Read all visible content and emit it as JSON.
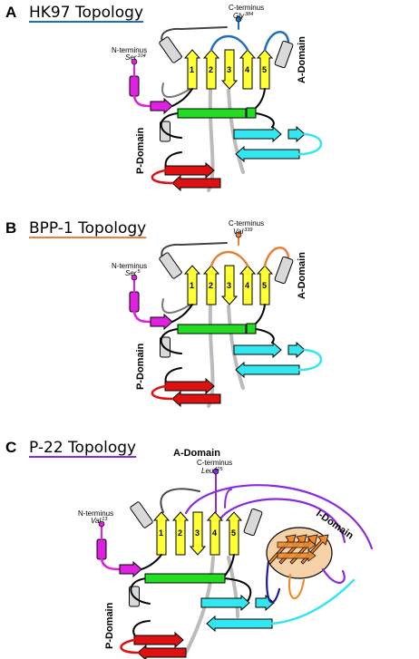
{
  "colors": {
    "hk97_accent": "#1f6fbf",
    "bpp1_accent": "#e8803a",
    "p22_accent": "#8a2be2",
    "strand_yellow": "#ffff33",
    "helix_grey": "#d9d9d9",
    "green": "#22dd22",
    "cyan": "#33e6f0",
    "red": "#dd1111",
    "magenta": "#e020e0",
    "navy": "#1a1a99",
    "orange_sheet": "#f08a2a"
  },
  "panels": [
    {
      "letter": "A",
      "title": "HK97 Topology",
      "n_terminus_label": "N-terminus",
      "n_terminus_residue": "Ser",
      "n_terminus_number": "104",
      "c_terminus_label": "C-terminus",
      "c_terminus_residue": "Gly",
      "c_terminus_number": "384",
      "a_domain": "A-Domain",
      "p_domain": "P-Domain",
      "strands": [
        "1",
        "2",
        "3",
        "4",
        "5"
      ]
    },
    {
      "letter": "B",
      "title": "BPP-1 Topology",
      "n_terminus_label": "N-terminus",
      "n_terminus_residue": "Ser",
      "n_terminus_number": "5",
      "c_terminus_label": "C-terminus",
      "c_terminus_residue": "Val",
      "c_terminus_number": "339",
      "a_domain": "A-Domain",
      "p_domain": "P-Domain",
      "strands": [
        "1",
        "2",
        "3",
        "4",
        "5"
      ]
    },
    {
      "letter": "C",
      "title": "P-22 Topology",
      "n_terminus_label": "N-terminus",
      "n_terminus_residue": "Val",
      "n_terminus_number": "13",
      "c_terminus_label": "C-terminus",
      "c_terminus_residue": "Leu",
      "c_terminus_number": "425",
      "a_domain": "A-Domain",
      "p_domain": "P-Domain",
      "i_domain": "I-Domain",
      "strands": [
        "1",
        "2",
        "3",
        "4",
        "5"
      ]
    }
  ]
}
